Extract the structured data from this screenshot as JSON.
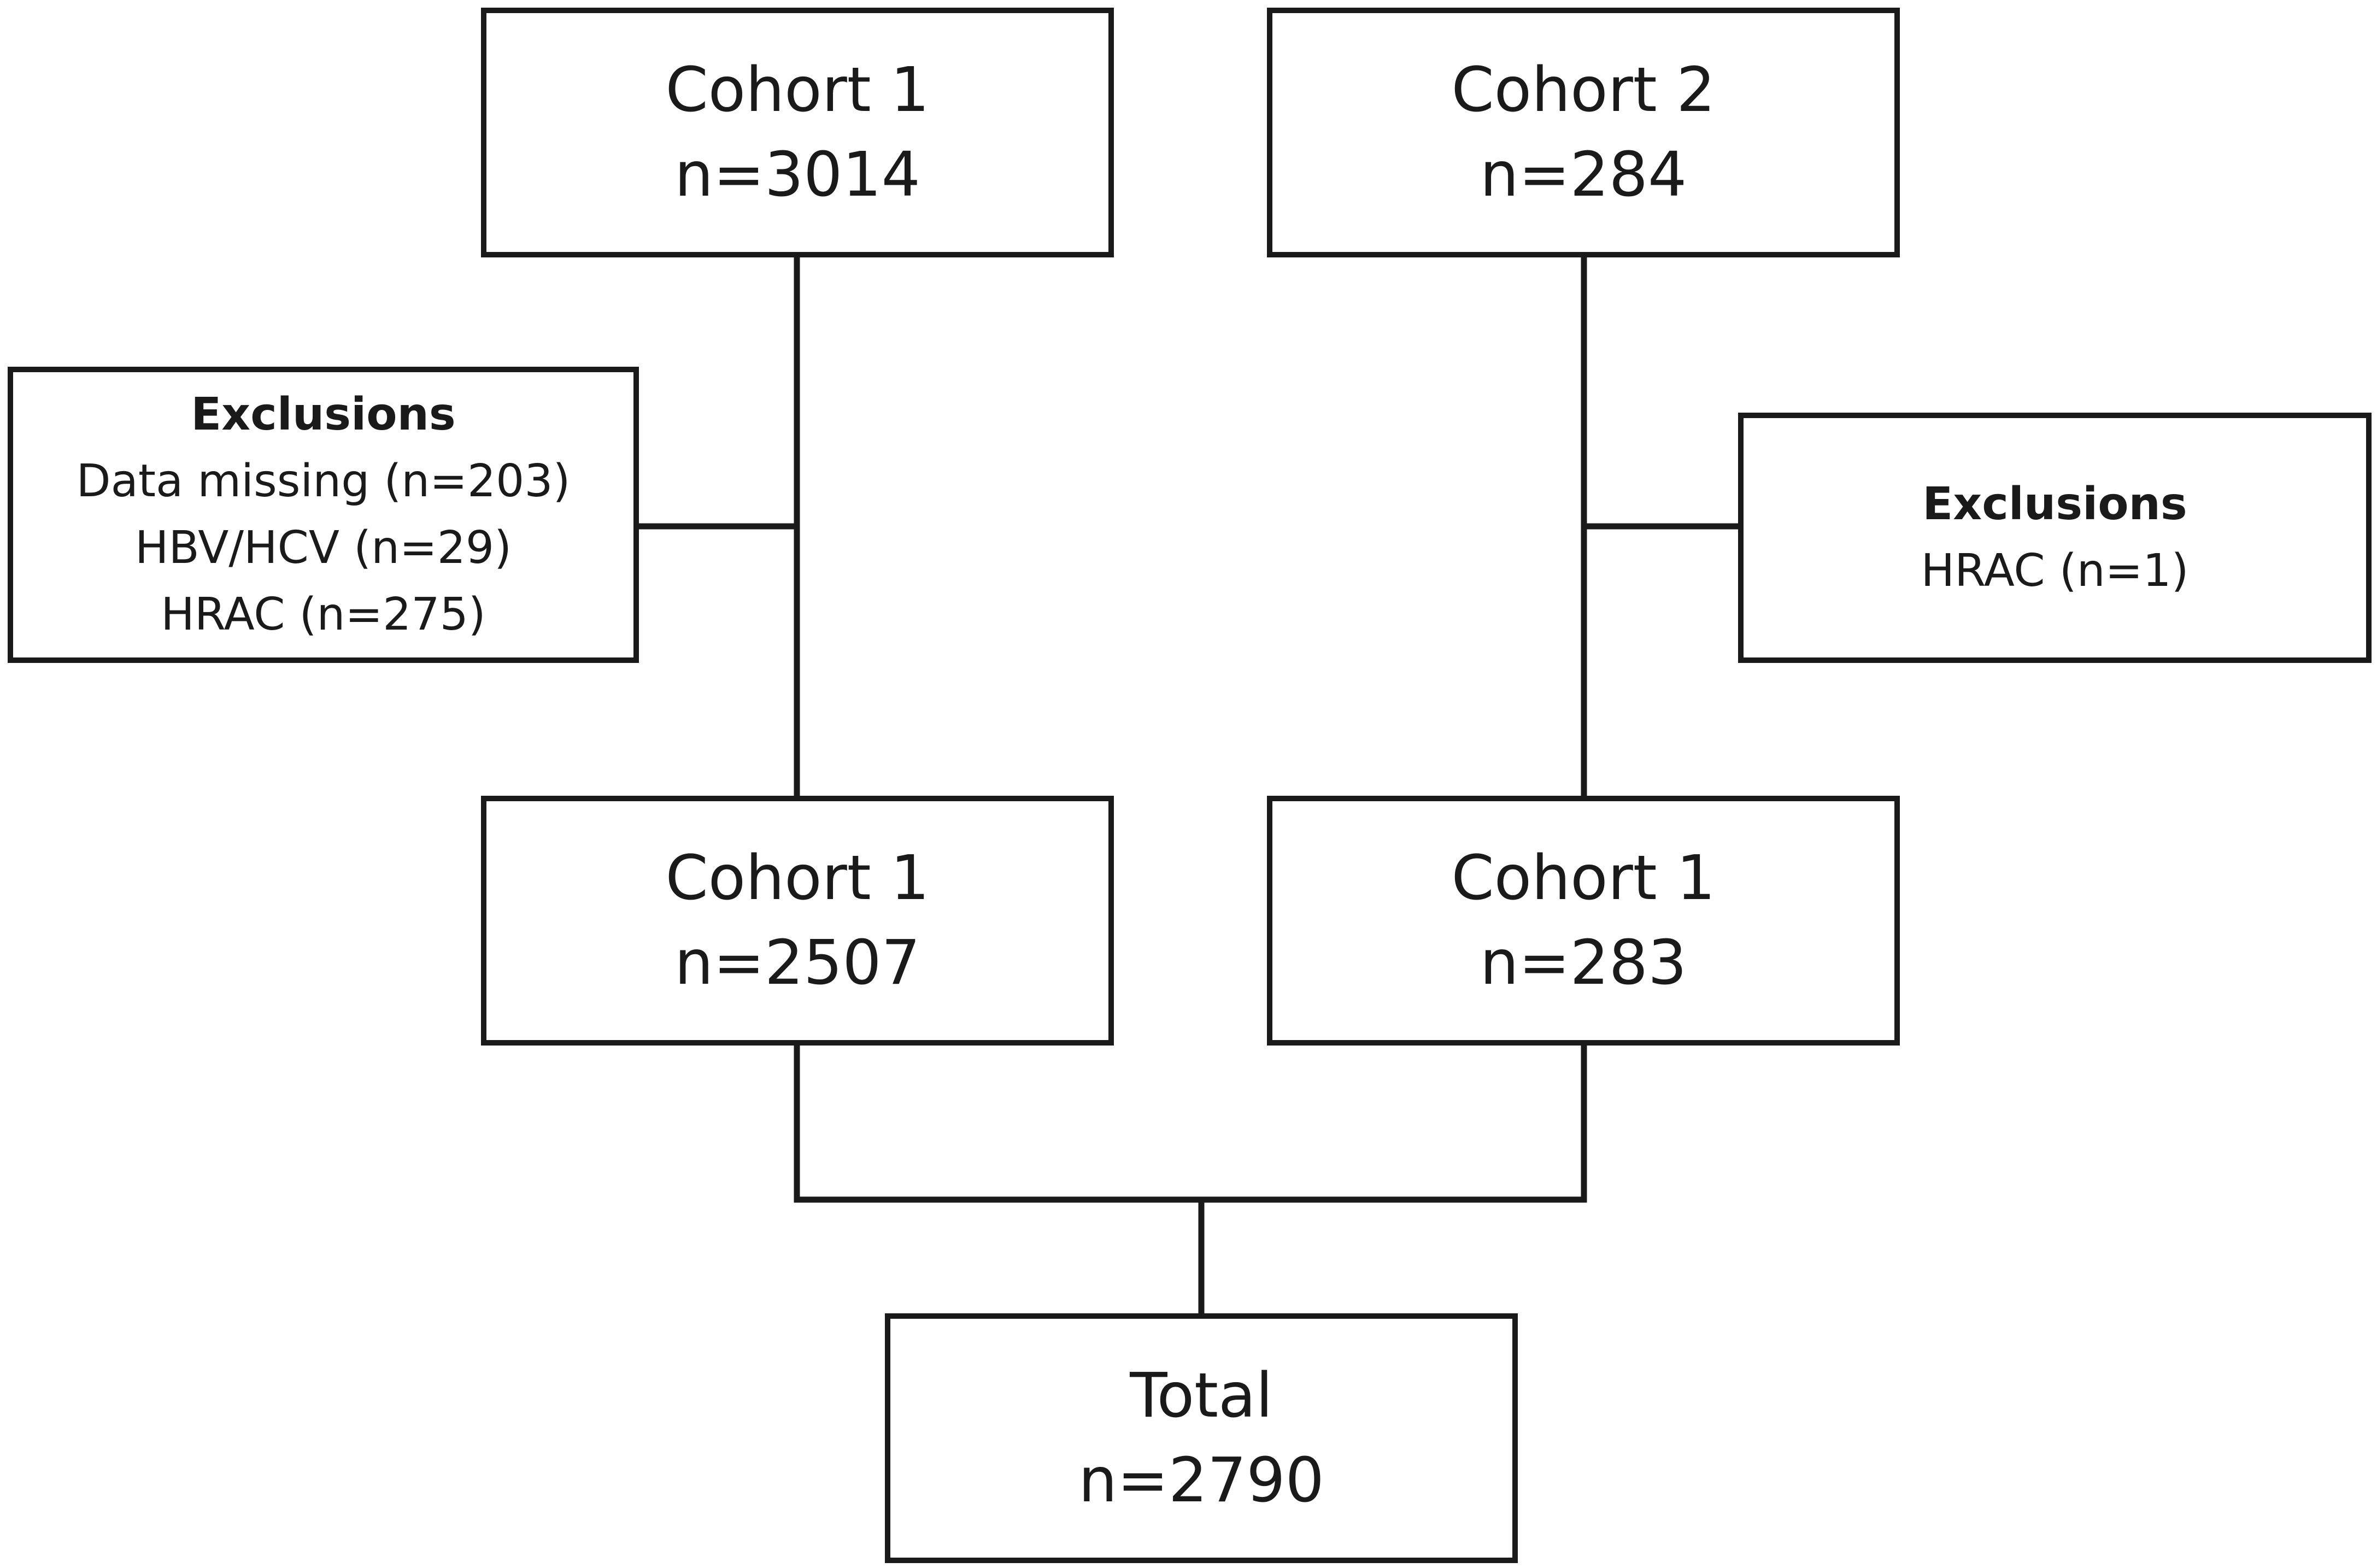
{
  "boxes": {
    "cohort1_top": {
      "title": "Cohort 1",
      "count": "n=3014"
    },
    "cohort2_top": {
      "title": "Cohort 2",
      "count": "n=284"
    },
    "exclusions_left": {
      "title": "Exclusions",
      "items": [
        "Data missing (n=203)",
        "HBV/HCV (n=29)",
        "HRAC (n=275)"
      ]
    },
    "exclusions_right": {
      "title": "Exclusions",
      "items": [
        "HRAC (n=1)"
      ]
    },
    "cohort1_mid": {
      "title": "Cohort 1",
      "count": "n=2507"
    },
    "cohort2_mid": {
      "title": "Cohort 1",
      "count": "n=283"
    },
    "total": {
      "title": "Total",
      "count": "n=2790"
    }
  }
}
